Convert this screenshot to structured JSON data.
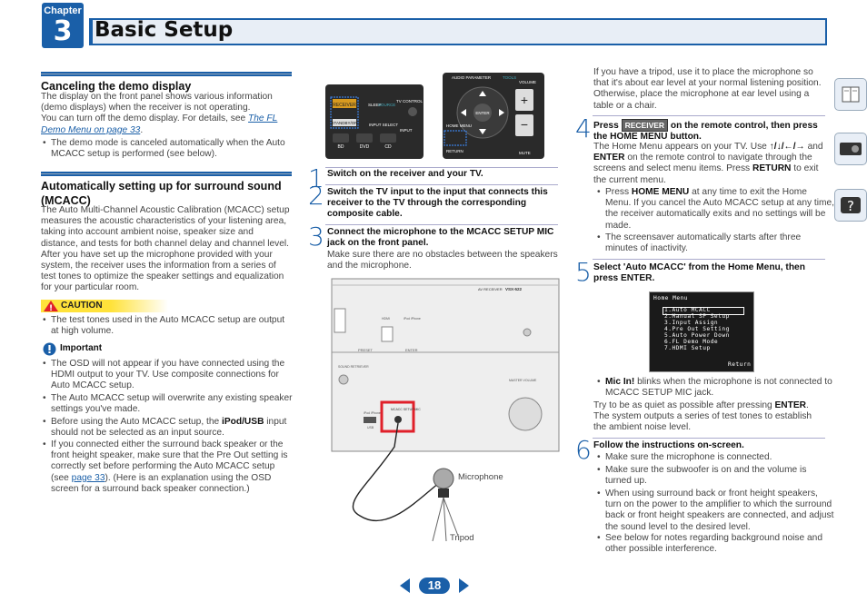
{
  "header": {
    "chapter_label": "Chapter",
    "chapter_num": "3",
    "title": "Basic Setup"
  },
  "demo": {
    "heading": "Canceling the demo display",
    "p1": "The display on the front panel shows various information (demo displays) when the receiver is not operating.",
    "p2a": "You can turn off the demo display. For details, see ",
    "p2link": "The FL Demo Menu on page 33",
    "p2b": ".",
    "bullet": "The demo mode is canceled automatically when the Auto MCACC setup is performed (see below)."
  },
  "mcacc": {
    "heading": "Automatically setting up for surround sound (MCACC)",
    "p1": "The Auto Multi-Channel Acoustic Calibration (MCACC) setup measures the acoustic characteristics of your listening area, taking into account ambient noise, speaker size and distance, and tests for both channel delay and channel level. After you have set up the microphone provided with your system, the receiver uses the information from a series of test tones to optimize the speaker settings and equalization for your particular room.",
    "caution_label": "CAUTION",
    "caution_bullet": "The test tones used in the Auto MCACC setup are output at high volume.",
    "important_label": "Important",
    "imp1": "The OSD will not appear if you have connected using the HDMI output to your TV. Use composite connections for Auto MCACC setup.",
    "imp2": "The Auto MCACC setup will overwrite any existing speaker settings you've made.",
    "imp3a": "Before using the Auto MCACC setup, the ",
    "imp3b": "iPod/USB",
    "imp3c": " input should not be selected as an input source.",
    "imp4a": "If you connected either the surround back speaker or the front height speaker, make sure that the Pre Out setting is correctly set before performing the Auto MCACC setup (see ",
    "imp4link": "page 33",
    "imp4b": "). (Here is an explanation using the OSD screen for a surround back speaker connection.)"
  },
  "remote": {
    "receiver": "RECEIVER",
    "sleep": "SLEEP",
    "source": "SOURCE",
    "tv_control": "TV CONTROL",
    "standby": "STANDBY/ON",
    "input_select": "INPUT SELECT",
    "input": "INPUT",
    "bd": "BD",
    "dvd": "DVD",
    "cd": "CD",
    "audio_param": "AUDIO PARAMETER",
    "tools": "TOOLS",
    "volume": "VOLUME",
    "enter": "ENTER",
    "return": "RETURN",
    "mute": "MUTE",
    "home_menu": "HOME MENU"
  },
  "steps": {
    "s1_num": "1",
    "s1": "Switch on the receiver and your TV.",
    "s2_num": "2",
    "s2": "Switch the TV input to the input that connects this receiver to the TV through the corresponding composite cable.",
    "s3_num": "3",
    "s3": "Connect the microphone to the MCACC SETUP MIC jack on the front panel.",
    "s3_body": "Make sure there are no obstacles between the speakers and the microphone.",
    "tripod_intro": "If you have a tripod, use it to place the microphone so that it's about ear level at your normal listening position. Otherwise, place the microphone at ear level using a table or a chair.",
    "s4_num": "4",
    "s4a": "Press ",
    "s4_tag": "RECEIVER",
    "s4b": " on the remote control, then press the ",
    "s4c": "HOME MENU",
    "s4d": " button.",
    "s4_body_a": "The Home Menu appears on your TV. Use ",
    "s4_arrows": "↑/↓/←/→",
    "s4_body_b": " and ",
    "s4_enter": "ENTER",
    "s4_body_c": " on the remote control to navigate through the screens and select menu items. Press ",
    "s4_return": "RETURN",
    "s4_body_d": " to exit the current menu.",
    "s4_b1a": "Press ",
    "s4_b1b": "HOME MENU",
    "s4_b1c": " at any time to exit the Home Menu. If you cancel the Auto MCACC setup at any time, the receiver automatically exits and no settings will be made.",
    "s4_b2": "The screensaver automatically starts after three minutes of inactivity.",
    "s5_num": "5",
    "s5a": "Select 'Auto MCACC' from the Home Menu, then press ",
    "s5b": "ENTER",
    "s5c": ".",
    "mic_in_a": "Mic In!",
    "mic_in_b": " blinks when the microphone is not connected to MCACC SETUP MIC jack.",
    "quiet_a": "Try to be as quiet as possible after pressing ",
    "quiet_b": "ENTER",
    "quiet_c": ". The system outputs a series of test tones to establish the ambient noise level.",
    "s6_num": "6",
    "s6": "Follow the instructions on-screen.",
    "s6_b1": "Make sure the microphone is connected.",
    "s6_b2": "Make sure the subwoofer is on and the volume is turned up.",
    "s6_b3": "When using surround back or front height speakers, turn on the power to the amplifier to which the surround back or front height speakers are connected, and adjust the sound level to the desired level.",
    "s6_b4": "See below for notes regarding background noise and other possible interference."
  },
  "osd": {
    "title": "Home Menu",
    "items": [
      "1.Auto MCACC",
      "2.Manual SP Setup",
      "3.Input Assign",
      "4.Pre Out Setting",
      "5.Auto Power Down",
      "6.FL Demo Mode",
      "7.HDMI Setup"
    ],
    "return": "Return"
  },
  "receiver_panel": {
    "model_prefix": "AV RECEIVER",
    "model": "VSX-522",
    "hdmi": "HDMI",
    "ipod_iphone": "iPod iPhone",
    "sound_retriever": "SOUND RETRIEVER",
    "master_volume": "MASTER VOLUME",
    "mic_jack": "MCACC SETUP MIC",
    "usb": "USB",
    "ipod_iphone2": "iPod iPhone",
    "preset": "PRESET",
    "enter": "ENTER"
  },
  "labels": {
    "microphone": "Microphone",
    "tripod": "Tripod"
  },
  "footer": {
    "page": "18"
  },
  "colors": {
    "accent": "#1a5fa8",
    "caution": "#ffe23a",
    "highlight": "#e0202a"
  }
}
